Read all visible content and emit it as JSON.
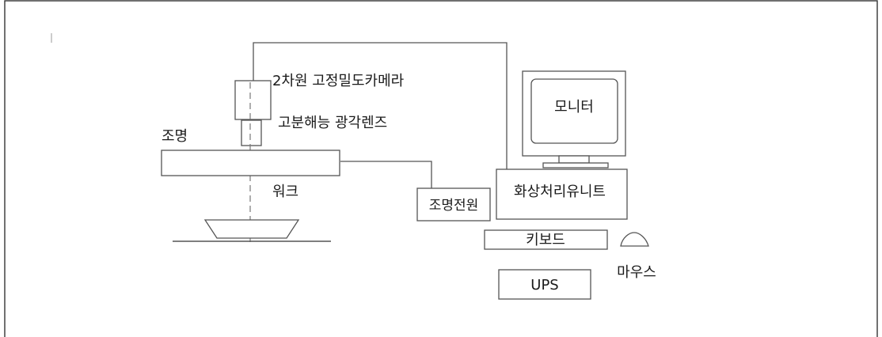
{
  "labels": {
    "camera": "2차원 고정밀도카메라",
    "lens": "고분해능 광각렌즈",
    "lighting": "조명",
    "work": "워크",
    "lighting_power": "조명전원",
    "monitor": "모니터",
    "image_processing_unit": "화상처리유니트",
    "keyboard": "키보드",
    "mouse": "마우스",
    "ups": "UPS"
  },
  "colors": {
    "line": "#555555",
    "text": "#1a1a1a",
    "background": "#ffffff"
  }
}
